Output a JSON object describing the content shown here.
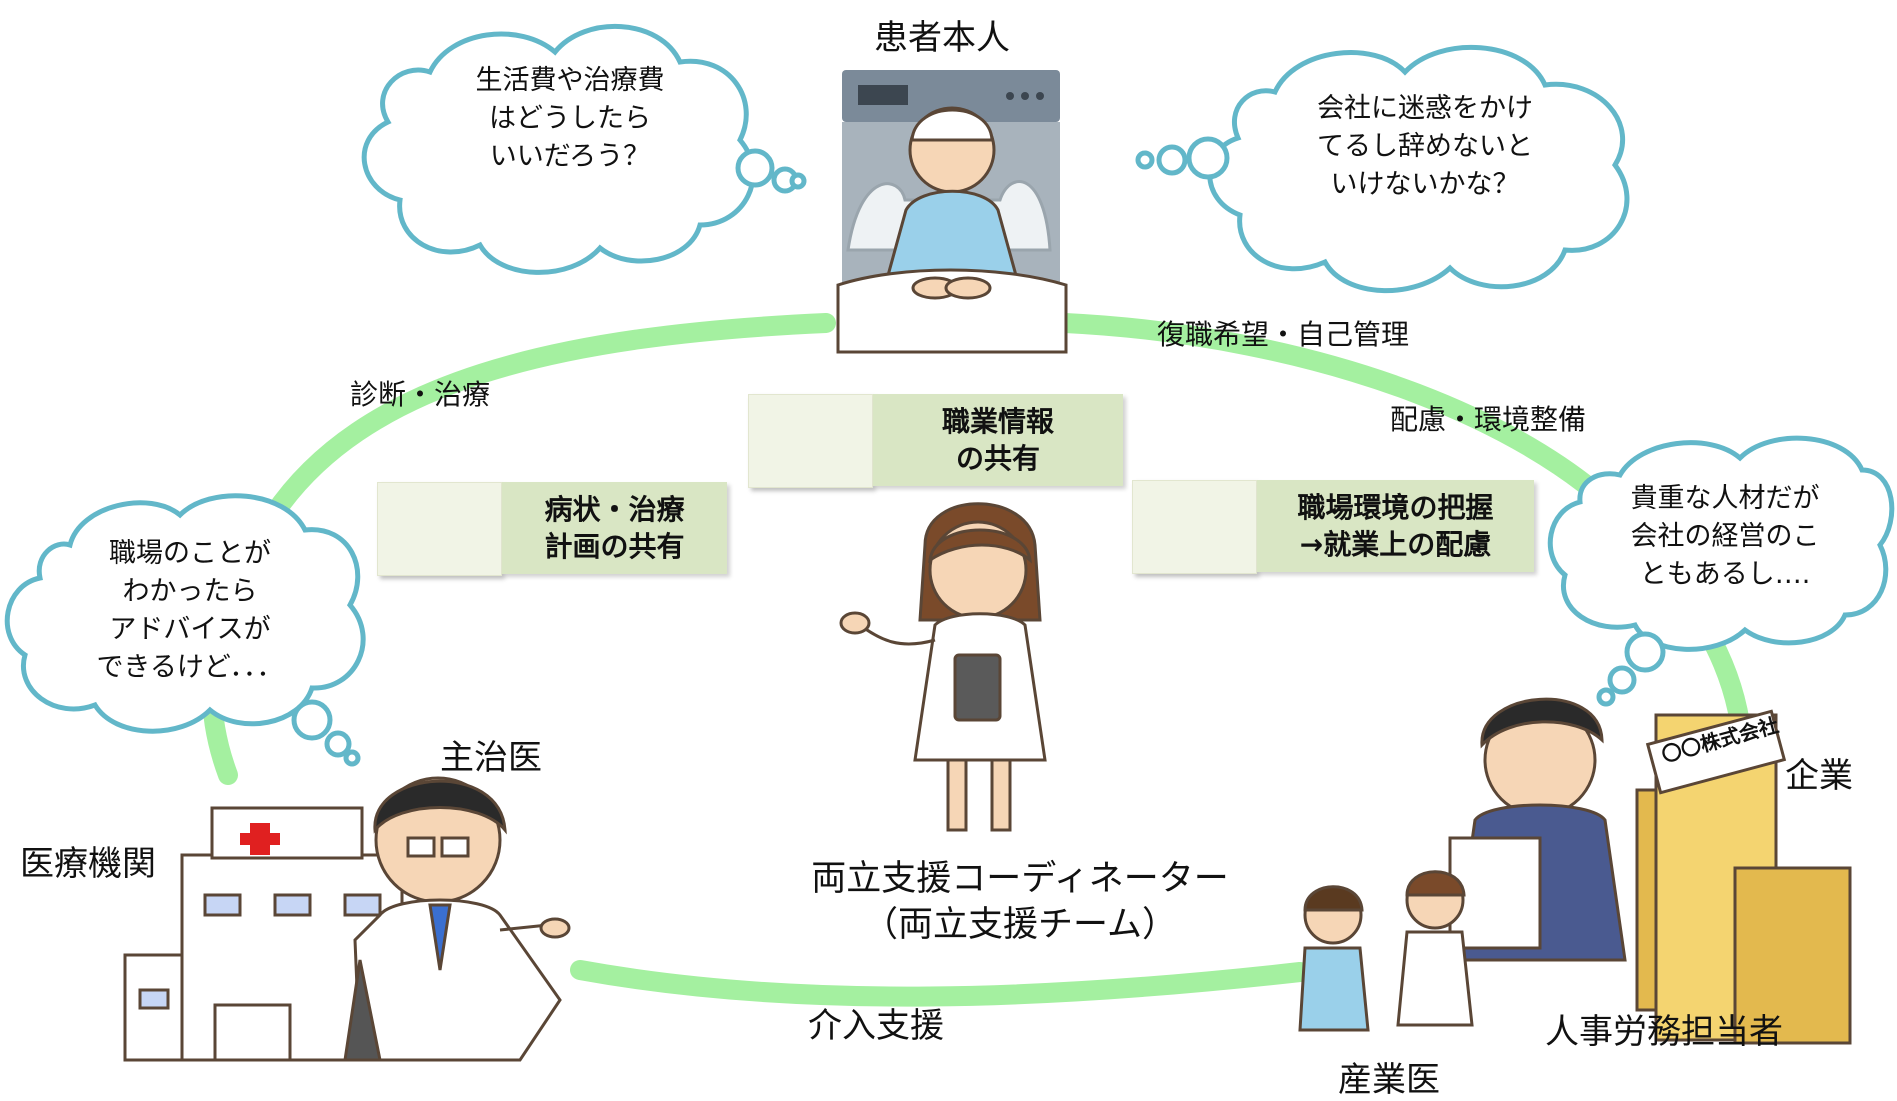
{
  "actors": {
    "patient": "患者本人",
    "doctor": "主治医",
    "medical_institution": "医療機関",
    "company": "企業",
    "hr_staff": "人事労務担当者",
    "occupational_physician": "産業医",
    "coordinator_line1": "両立支援コーディネーター",
    "coordinator_line2": "（両立支援チーム）"
  },
  "flows": {
    "diagnosis": "診断・治療",
    "return_wish": "復職希望・自己管理",
    "consideration": "配慮・環境整備",
    "intervention": "介入支援"
  },
  "cards": {
    "medical": {
      "line1": "病状・治療",
      "line2": "計画の共有"
    },
    "job": {
      "line1": "職業情報",
      "line2": "の共有"
    },
    "workplace": {
      "line1": "職場環境の把握",
      "line2": "→就業上の配慮"
    }
  },
  "clouds": {
    "patient_left": {
      "line1": "生活費や治療費",
      "line2": "はどうしたら",
      "line3": "いいだろう？"
    },
    "patient_right": {
      "line1": "会社に迷惑をかけ",
      "line2": "てるし辞めないと",
      "line3": "いけないかな？"
    },
    "doctor": {
      "line1": "職場のことが",
      "line2": "わかったら",
      "line3": "アドバイスが",
      "line4": "できるけど．．．"
    },
    "company": {
      "line1": "貴重な人材だが",
      "line2": "会社の経営のこ",
      "line3": "ともあるし…."
    }
  },
  "building_sign": "〇〇株式会社",
  "colors": {
    "cycle": "#a4f0a0",
    "cloud_stroke": "#62b7c9",
    "card_text_bg": "#d9e6c4",
    "card_icon_bg": "#f1f4e6"
  }
}
